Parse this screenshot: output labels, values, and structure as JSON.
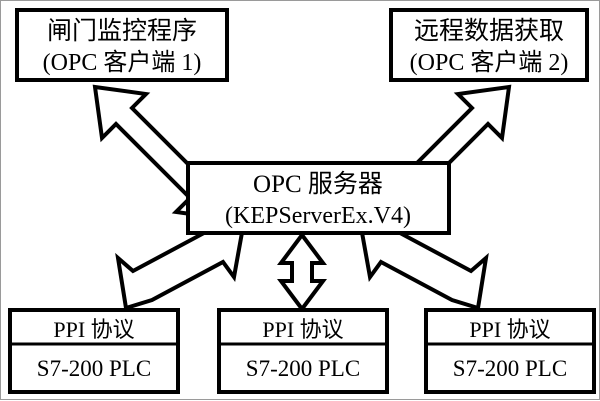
{
  "diagram": {
    "type": "block-architecture-diagram",
    "background_color": "#ffffff",
    "line_color": "#000000",
    "clients": [
      {
        "id": "client-1",
        "title": "闸门监控程序",
        "subtitle": "(OPC 客户端 1)"
      },
      {
        "id": "client-2",
        "title": "远程数据获取",
        "subtitle": "(OPC 客户端 2)"
      }
    ],
    "server": {
      "id": "opc-server",
      "title": "OPC 服务器",
      "subtitle": "(KEPServerEx.V4)"
    },
    "devices": [
      {
        "id": "device-1",
        "protocol": "PPI 协议",
        "model": "S7-200 PLC"
      },
      {
        "id": "device-2",
        "protocol": "PPI 协议",
        "model": "S7-200 PLC"
      },
      {
        "id": "device-3",
        "protocol": "PPI 协议",
        "model": "S7-200 PLC"
      }
    ],
    "connections": [
      {
        "id": "conn-server-client1",
        "from": "opc-server",
        "to": "client-1",
        "style": "double-headed-block-arrow",
        "orientation": "diagonal-up-left"
      },
      {
        "id": "conn-server-client2",
        "from": "opc-server",
        "to": "client-2",
        "style": "double-headed-block-arrow",
        "orientation": "diagonal-up-right"
      },
      {
        "id": "conn-server-device1",
        "from": "opc-server",
        "to": "device-1",
        "style": "double-headed-block-arrow",
        "orientation": "diagonal-down-left"
      },
      {
        "id": "conn-server-device2",
        "from": "opc-server",
        "to": "device-2",
        "style": "double-headed-block-arrow",
        "orientation": "vertical"
      },
      {
        "id": "conn-server-device3",
        "from": "opc-server",
        "to": "device-3",
        "style": "double-headed-block-arrow",
        "orientation": "diagonal-down-right"
      }
    ]
  }
}
